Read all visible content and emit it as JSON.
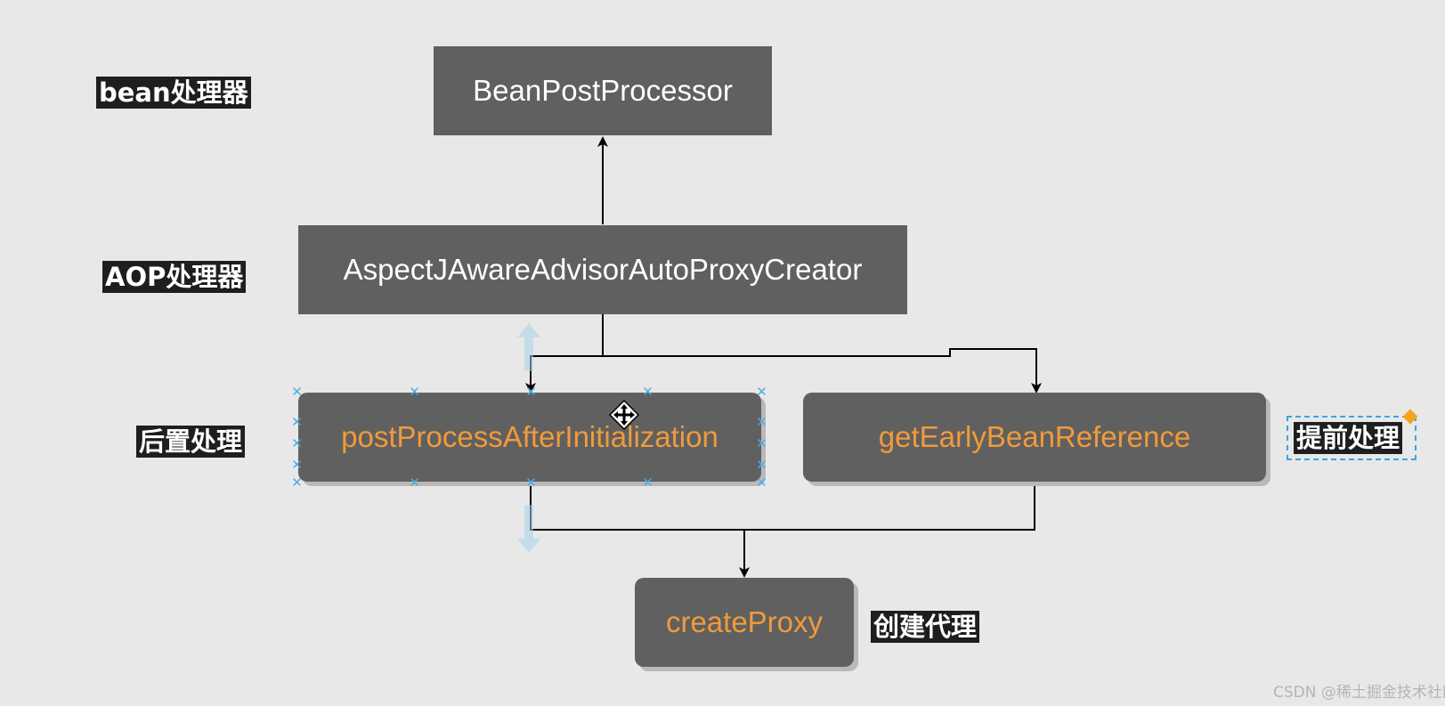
{
  "nodes": {
    "bean_post_processor": "BeanPostProcessor",
    "aspectj_creator": "AspectJAwareAdvisorAutoProxyCreator",
    "post_process_after_init": "postProcessAfterInitialization",
    "get_early_bean_reference": "getEarlyBeanReference",
    "create_proxy": "createProxy"
  },
  "labels": {
    "bean_processor": "bean处理器",
    "aop_processor": "AOP处理器",
    "post_processing": "后置处理",
    "early_processing": "提前处理",
    "create_proxy": "创建代理"
  },
  "watermark": "CSDN @稀土掘金技术社区",
  "colors": {
    "background": "#e8e8e8",
    "node_fill": "#606060",
    "node_text": "#ffffff",
    "method_text": "#f29a3a",
    "label_background": "#1e1e1e",
    "selection": "#39a5e6"
  }
}
